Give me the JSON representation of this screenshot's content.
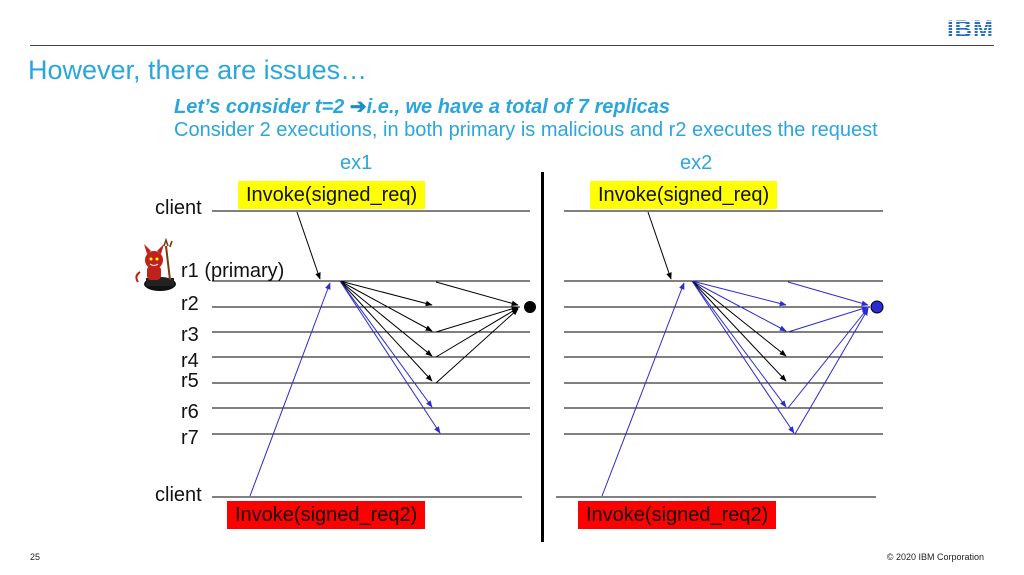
{
  "header": {
    "logo": "IBM",
    "title": "However, there are issues…"
  },
  "intro": {
    "line1_part1": "Let’s consider t=2",
    "line1_arrow": "➔",
    "line1_part2": "i.e., we have a total of 7 replicas",
    "line2": "Consider 2 executions, in both primary is malicious and r2 executes the request"
  },
  "executions": [
    {
      "label": "ex1",
      "invoke_top": "Invoke(signed_req)",
      "invoke_bottom": "Invoke(signed_req2)"
    },
    {
      "label": "ex2",
      "invoke_top": "Invoke(signed_req)",
      "invoke_bottom": "Invoke(signed_req2)"
    }
  ],
  "replicas": {
    "client_top": "client",
    "r1": "r1 (primary)",
    "r2": "r2",
    "r3": "r3",
    "r4": "r4",
    "r5": "r5",
    "r6": "r6",
    "r7": "r7",
    "client_bottom": "client"
  },
  "colors": {
    "accent": "#2aa6dc",
    "ibm_blue": "#1f70c1",
    "invoke_top_bg": "#ffff00",
    "invoke_bottom_bg": "#ff0000",
    "msg_black": "#000000",
    "msg_blue": "#2b2bd0",
    "exec_dot_ex1": "#000000",
    "exec_dot_ex2": "#2b2bd0"
  },
  "icons": {
    "primary_marker": "devil-icon"
  },
  "footer": {
    "page_number": "25",
    "copyright": "© 2020 IBM Corporation"
  }
}
